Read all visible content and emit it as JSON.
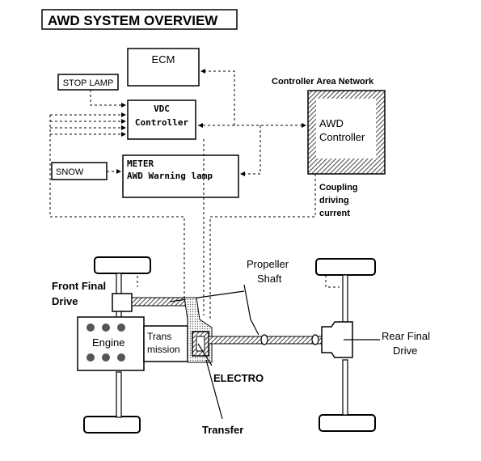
{
  "title": "AWD SYSTEM OVERVIEW",
  "blocks": {
    "ecm": "ECM",
    "stop_lamp": "STOP LAMP",
    "vdc_line1": "VDC",
    "vdc_line2": "Controller",
    "meter_line1": "METER",
    "meter_line2": "AWD Warning lamp",
    "snow": "SNOW",
    "awd_line1": "AWD",
    "awd_line2": "Controller"
  },
  "labels": {
    "can": "Controller Area Network",
    "coupling_1": "Coupling",
    "coupling_2": "driving",
    "coupling_3": "current",
    "propeller_1": "Propeller",
    "propeller_2": "Shaft",
    "front_final_1": "Front Final",
    "front_final_2": "Drive",
    "engine": "Engine",
    "trans_1": "Trans",
    "trans_2": "mission",
    "rear_final_1": "Rear Final",
    "rear_final_2": "Drive",
    "electro": "ELECTRO",
    "transfer": "Transfer"
  }
}
